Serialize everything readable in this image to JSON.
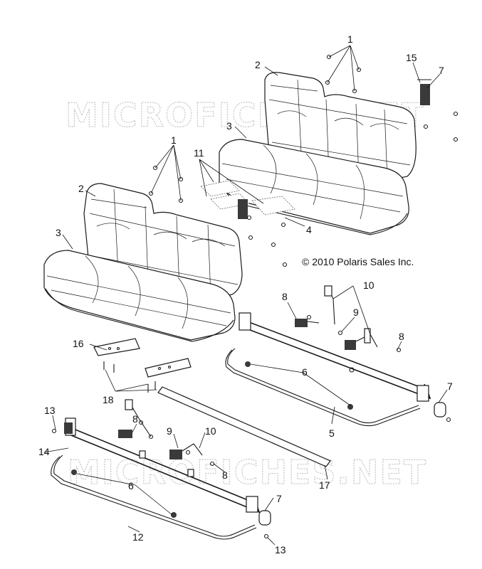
{
  "copyright": "© 2010 Polaris Sales Inc.",
  "watermark": "MICROFICHES.NET",
  "callouts": [
    "1",
    "2",
    "3",
    "4",
    "5",
    "6",
    "7",
    "8",
    "9",
    "10",
    "11",
    "12",
    "13",
    "14",
    "15",
    "16",
    "17",
    "18"
  ]
}
